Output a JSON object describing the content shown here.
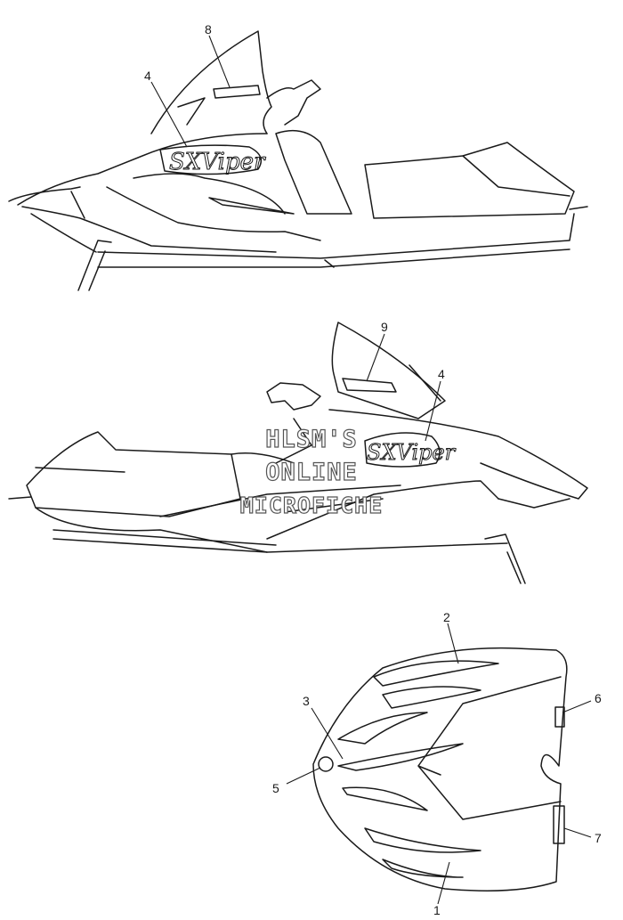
{
  "callouts": {
    "c1": "1",
    "c2": "2",
    "c3": "3",
    "c4a": "4",
    "c4b": "4",
    "c5": "5",
    "c6": "6",
    "c7": "7",
    "c8": "8",
    "c9": "9"
  },
  "logo": {
    "text": "SXViper"
  },
  "watermark": {
    "line1": "HLSM'S",
    "line2": "ONLINE",
    "line3": "MICROFICHE"
  },
  "colors": {
    "line": "#1a1a1a",
    "watermark_outline": "#555555"
  }
}
